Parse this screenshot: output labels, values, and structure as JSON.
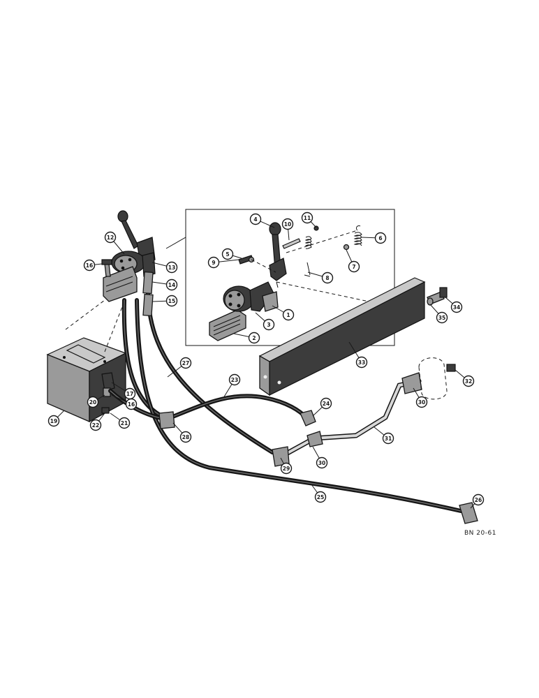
{
  "figure": {
    "reference_code": "BN 20-61"
  },
  "callouts": [
    {
      "num": "1"
    },
    {
      "num": "2"
    },
    {
      "num": "3"
    },
    {
      "num": "4"
    },
    {
      "num": "5"
    },
    {
      "num": "6"
    },
    {
      "num": "7"
    },
    {
      "num": "8"
    },
    {
      "num": "9"
    },
    {
      "num": "10"
    },
    {
      "num": "11"
    },
    {
      "num": "12"
    },
    {
      "num": "13"
    },
    {
      "num": "14"
    },
    {
      "num": "15"
    },
    {
      "num": "16"
    },
    {
      "num": "16"
    },
    {
      "num": "17"
    },
    {
      "num": "19"
    },
    {
      "num": "20"
    },
    {
      "num": "21"
    },
    {
      "num": "22"
    },
    {
      "num": "23"
    },
    {
      "num": "24"
    },
    {
      "num": "25"
    },
    {
      "num": "26"
    },
    {
      "num": "27"
    },
    {
      "num": "28"
    },
    {
      "num": "29"
    },
    {
      "num": "30"
    },
    {
      "num": "30"
    },
    {
      "num": "31"
    },
    {
      "num": "32"
    },
    {
      "num": "33"
    },
    {
      "num": "34"
    },
    {
      "num": "35"
    }
  ]
}
